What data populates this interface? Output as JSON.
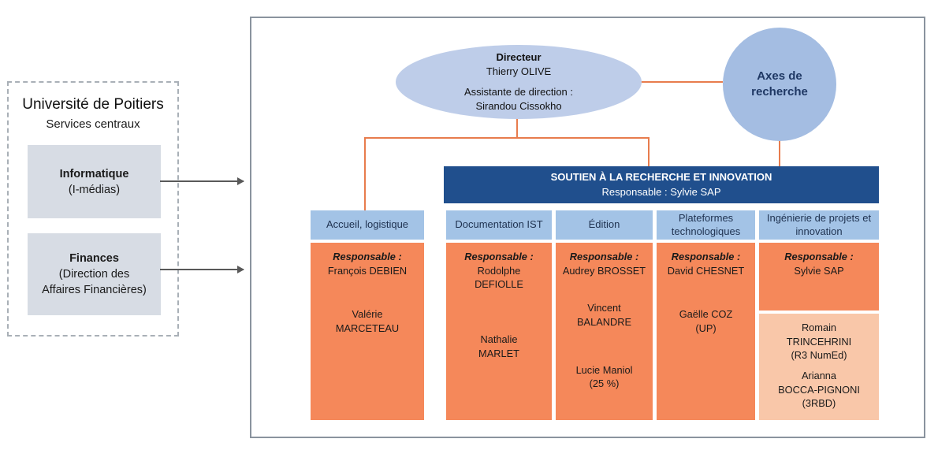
{
  "left_panel": {
    "title": "Université de Poitiers",
    "subtitle": "Services centraux",
    "services": [
      {
        "name": "Informatique",
        "detail_lines": [
          "(I-médias)"
        ]
      },
      {
        "name": "Finances",
        "detail_lines": [
          "(Direction des",
          "Affaires Financières)"
        ]
      }
    ]
  },
  "director_ellipse": {
    "role": "Directeur",
    "name": "Thierry OLIVE",
    "assistant_label": "Assistante de direction :",
    "assistant_name": "Sirandou Cissokho"
  },
  "research_circle": {
    "label": "Axes de recherche"
  },
  "banner": {
    "title": "SOUTIEN À LA RECHERCHE ET INNOVATION",
    "subtitle": "Responsable : Sylvie SAP"
  },
  "columns": [
    {
      "header": "Accueil, logistique",
      "boxes": [
        {
          "tone": "orange",
          "groups": [
            [
              "Responsable :",
              "François DEBIEN"
            ],
            [
              "Valérie",
              "MARCETEAU"
            ]
          ]
        }
      ]
    },
    {
      "header": "Documentation IST",
      "boxes": [
        {
          "tone": "orange",
          "groups": [
            [
              "Responsable :",
              "Rodolphe",
              "DEFIOLLE"
            ],
            [
              "Nathalie",
              "MARLET"
            ]
          ]
        }
      ]
    },
    {
      "header": "Édition",
      "boxes": [
        {
          "tone": "orange",
          "groups": [
            [
              "Responsable :",
              "Audrey BROSSET"
            ],
            [
              "Vincent",
              "BALANDRE"
            ],
            [
              "Lucie Maniol",
              "(25 %)"
            ]
          ]
        }
      ]
    },
    {
      "header": "Plateformes technologiques",
      "boxes": [
        {
          "tone": "orange",
          "groups": [
            [
              "Responsable :",
              "David CHESNET"
            ],
            [
              "Gaëlle COZ",
              "(UP)"
            ]
          ]
        }
      ]
    },
    {
      "header": "Ingénierie de projets et innovation",
      "boxes": [
        {
          "tone": "orange",
          "groups": [
            [
              "Responsable :",
              "Sylvie SAP"
            ]
          ]
        },
        {
          "tone": "light",
          "groups": [
            [
              "Romain",
              "TRINCEHRINI",
              "(R3 NumEd)"
            ],
            [
              "Arianna",
              "BOCCA-PIGNONI",
              "(3RBD)"
            ]
          ]
        }
      ]
    }
  ],
  "colors": {
    "orange_box": "#F5885A",
    "light_orange_box": "#F9C7A9",
    "column_header_blue": "#A3C3E6",
    "banner_blue": "#204F8D",
    "ellipse_blue": "#BECDE9",
    "circle_blue": "#A4BDE2",
    "service_box_gray": "#D7DCE4",
    "connector_orange": "#E87C4D",
    "arrow_gray": "#595959",
    "header_text_navy": "#1F3250",
    "circle_text_navy": "#1F3864"
  }
}
